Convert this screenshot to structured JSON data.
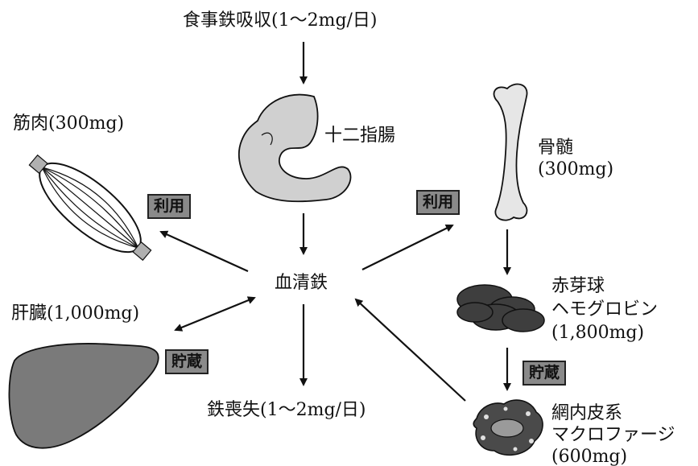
{
  "labels": {
    "dietary_absorption": "食事鉄吸収(1～2mg/日)",
    "duodenum": "十二指腸",
    "muscle": "筋肉(300mg)",
    "bone_marrow_name": "骨髄",
    "bone_marrow_amount": "(300mg)",
    "serum_iron": "血清鉄",
    "liver": "肝臓(1,000mg)",
    "erythroblast_line1": "赤芽球",
    "erythroblast_line2": "ヘモグロビン",
    "erythroblast_amount": "(1,800mg)",
    "iron_loss": "鉄喪失(1～2mg/日)",
    "reticulo_line1": "網内皮系",
    "reticulo_line2": "マクロファージ",
    "reticulo_amount": "(600mg)"
  },
  "tags": {
    "use_left": "利用",
    "use_right": "利用",
    "storage_left": "貯蔵",
    "storage_right": "貯蔵"
  },
  "colors": {
    "organ_fill": "#d0d0d0",
    "liver_fill": "#7a7a7a",
    "rbc_fill": "#3e3e3e",
    "tag_fill": "#8a8a8a",
    "stroke": "#111111"
  }
}
